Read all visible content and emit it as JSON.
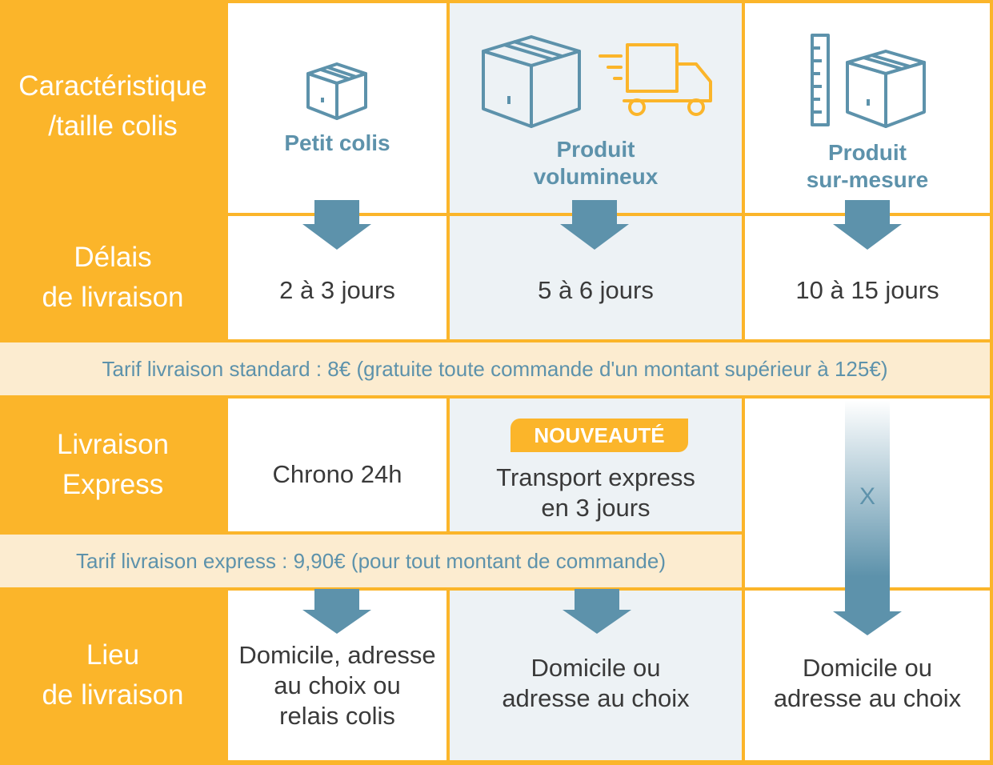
{
  "row_headers": {
    "caracteristique": [
      "Caractéristique",
      "/taille colis"
    ],
    "delais": [
      "Délais",
      "de livraison"
    ],
    "express": [
      "Livraison",
      "Express"
    ],
    "lieu": [
      "Lieu",
      "de livraison"
    ]
  },
  "columns": [
    {
      "label": [
        "Petit colis"
      ],
      "delai": "2 à 3 jours",
      "express": [
        "Chrono 24h"
      ],
      "lieu": [
        "Domicile, adresse",
        "au choix ou",
        "relais colis"
      ],
      "icon": "box-icon"
    },
    {
      "label": [
        "Produit",
        "volumineux"
      ],
      "delai": "5 à 6 jours",
      "badge": "NOUVEAUTÉ",
      "express": [
        "Transport express",
        "en 3 jours"
      ],
      "lieu": [
        "Domicile ou",
        "adresse au choix"
      ],
      "icon": "box-and-truck-icon"
    },
    {
      "label": [
        "Produit",
        "sur-mesure"
      ],
      "delai": "10 à 15 jours",
      "express": [
        "X"
      ],
      "lieu": [
        "Domicile ou",
        "adresse au choix"
      ],
      "icon": "ruler-and-box-icon"
    }
  ],
  "tarif_standard": "Tarif livraison standard : 8€ (gratuite toute commande d'un montant supérieur à 125€)",
  "tarif_express": "Tarif livraison express : 9,90€ (pour tout montant de commande)",
  "colors": {
    "orange": "#fbb52a",
    "steel_blue": "#5d92ab",
    "pale_blue": "#edf2f5",
    "cream": "#fcecd0",
    "text_dark": "#3a3a3a"
  }
}
